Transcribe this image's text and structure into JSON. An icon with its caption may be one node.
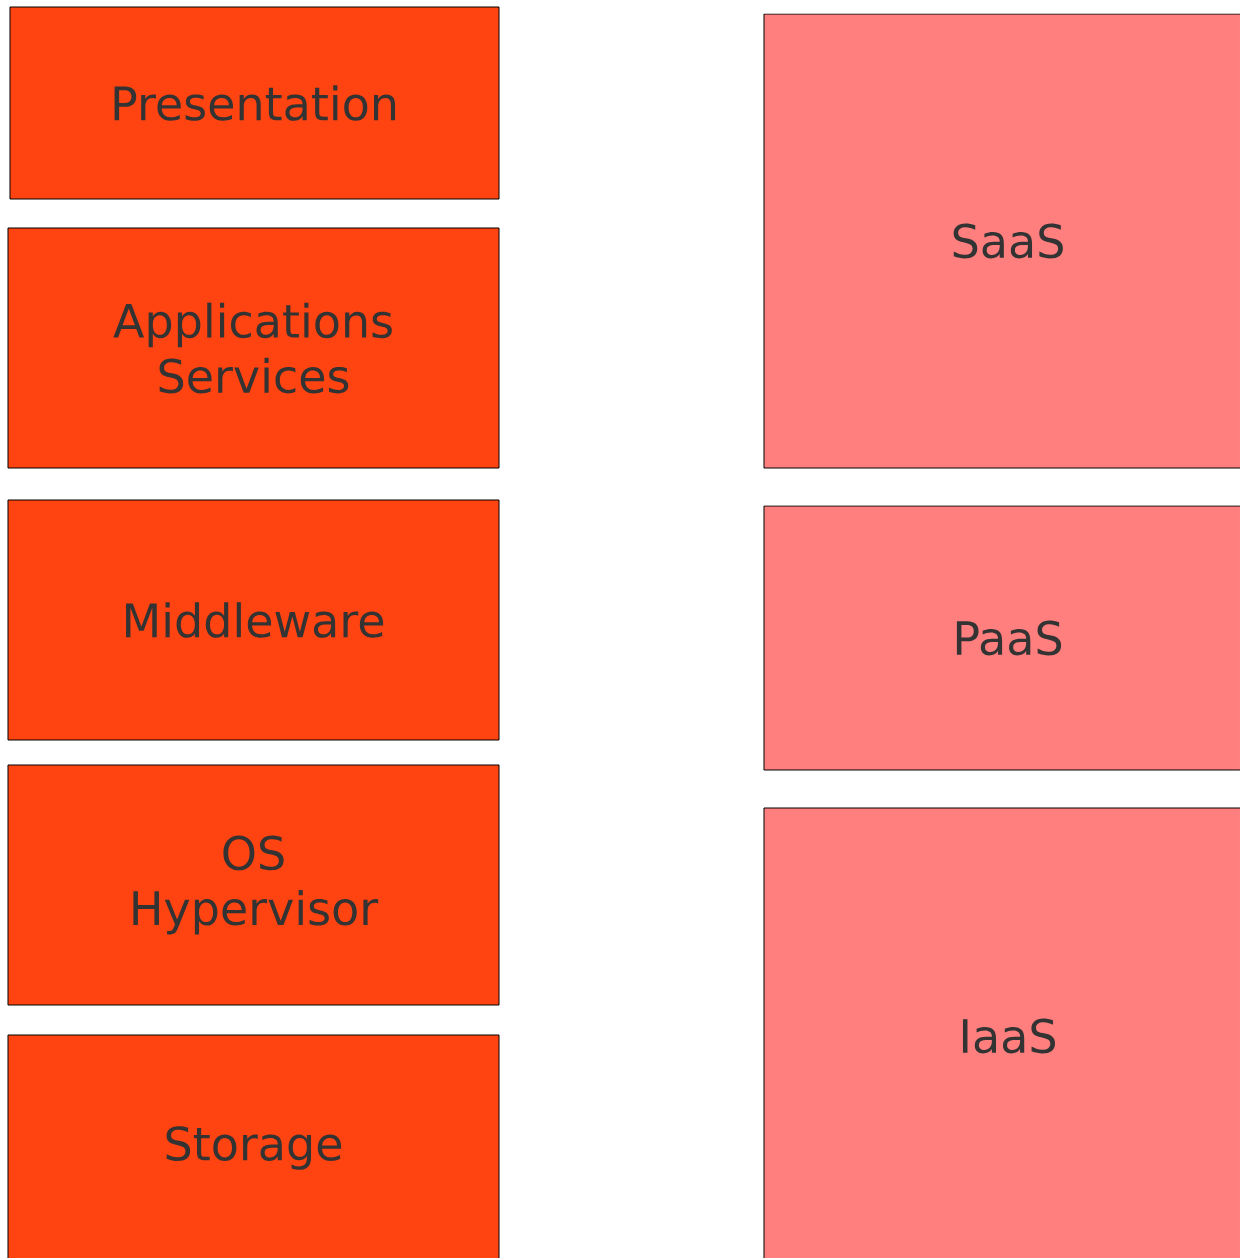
{
  "diagram": {
    "nodes": [
      {
        "text": [
          "Presentation"
        ]
      },
      {
        "text": [
          "Applications Services"
        ]
      },
      {
        "text": [
          "Middleware"
        ]
      },
      {
        "text": [
          "OS Hypervisor"
        ]
      },
      {
        "text": [
          "Storage"
        ]
      },
      {
        "text": [
          "SaaS"
        ]
      },
      {
        "text": [
          "PaaS"
        ]
      },
      {
        "text": [
          "IaaS"
        ]
      }
    ]
  }
}
